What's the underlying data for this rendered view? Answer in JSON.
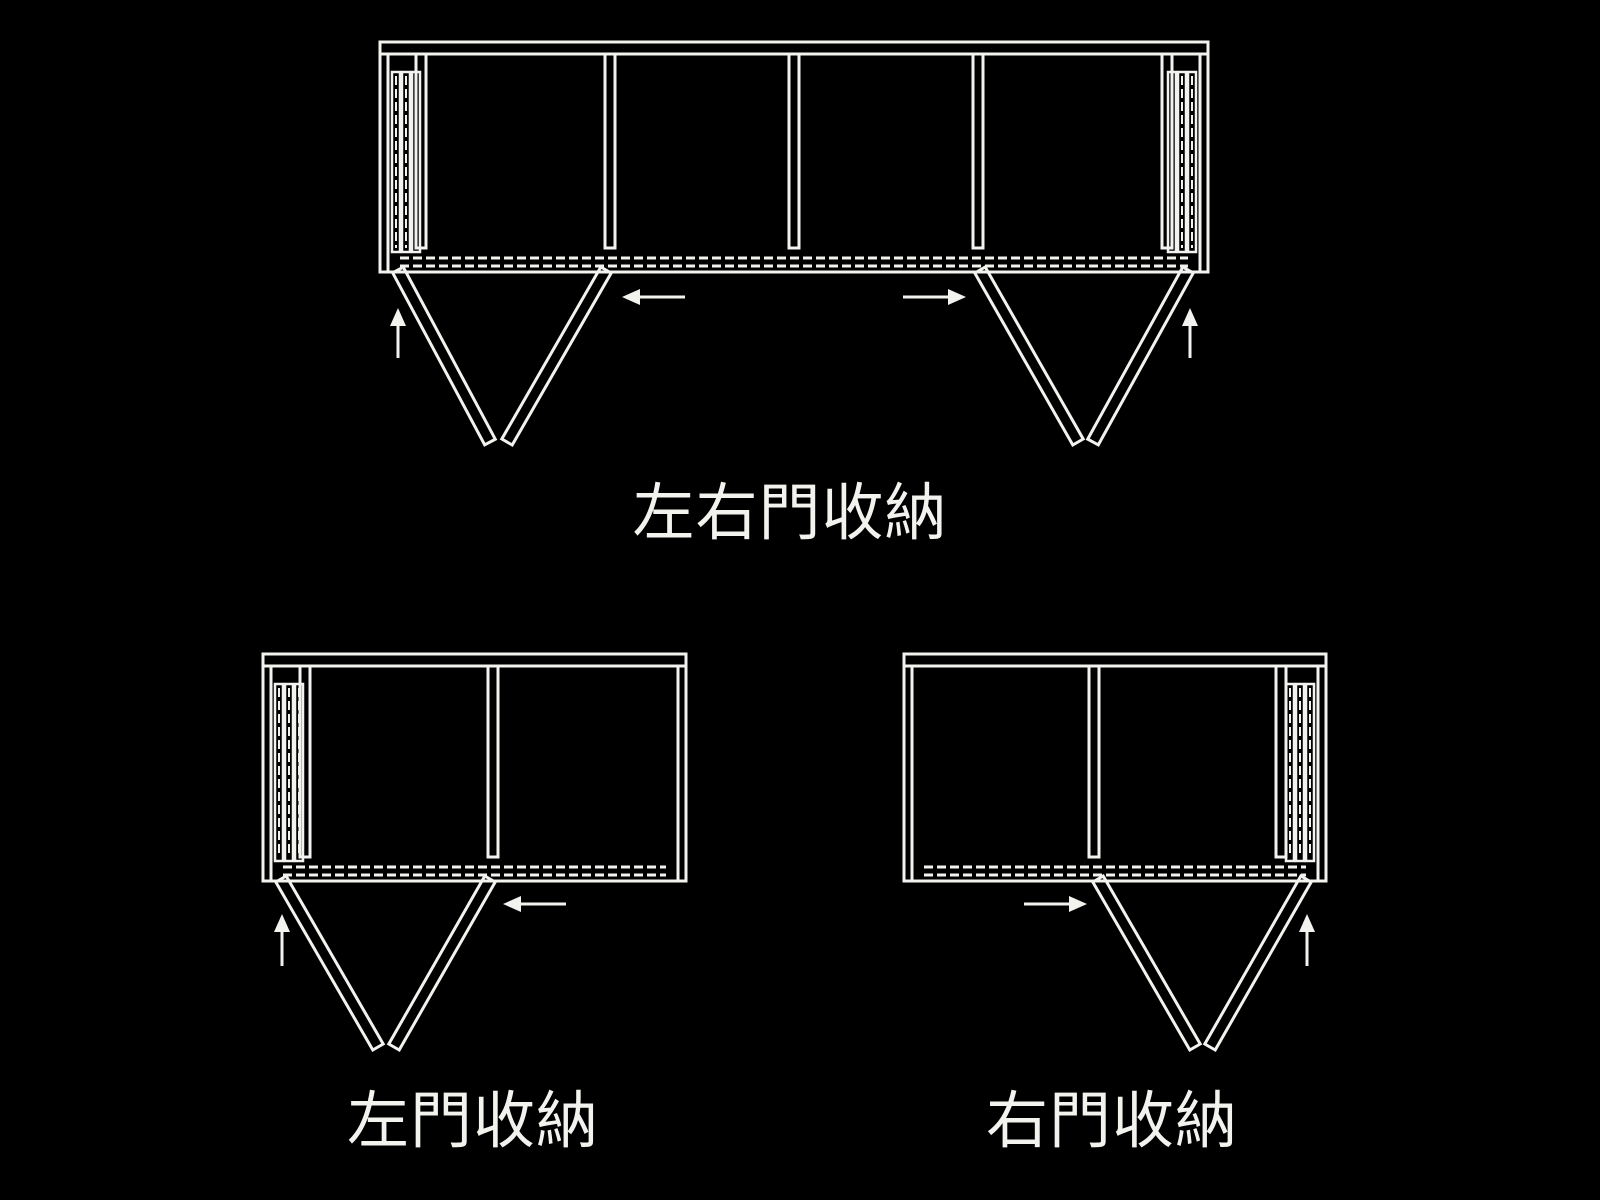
{
  "diagram": {
    "colors": {
      "background": "#000000",
      "stroke": "#f2f2ee"
    },
    "panels": [
      {
        "id": "both",
        "caption": "左右門收納",
        "door_side": "both",
        "compartments": 4,
        "arrows": [
          "up-left",
          "left",
          "right",
          "up-right"
        ]
      },
      {
        "id": "left",
        "caption": "左門收納",
        "door_side": "left",
        "compartments": 2,
        "arrows": [
          "up-left",
          "left"
        ]
      },
      {
        "id": "right",
        "caption": "右門收納",
        "door_side": "right",
        "compartments": 2,
        "arrows": [
          "right",
          "up-right"
        ]
      }
    ]
  }
}
